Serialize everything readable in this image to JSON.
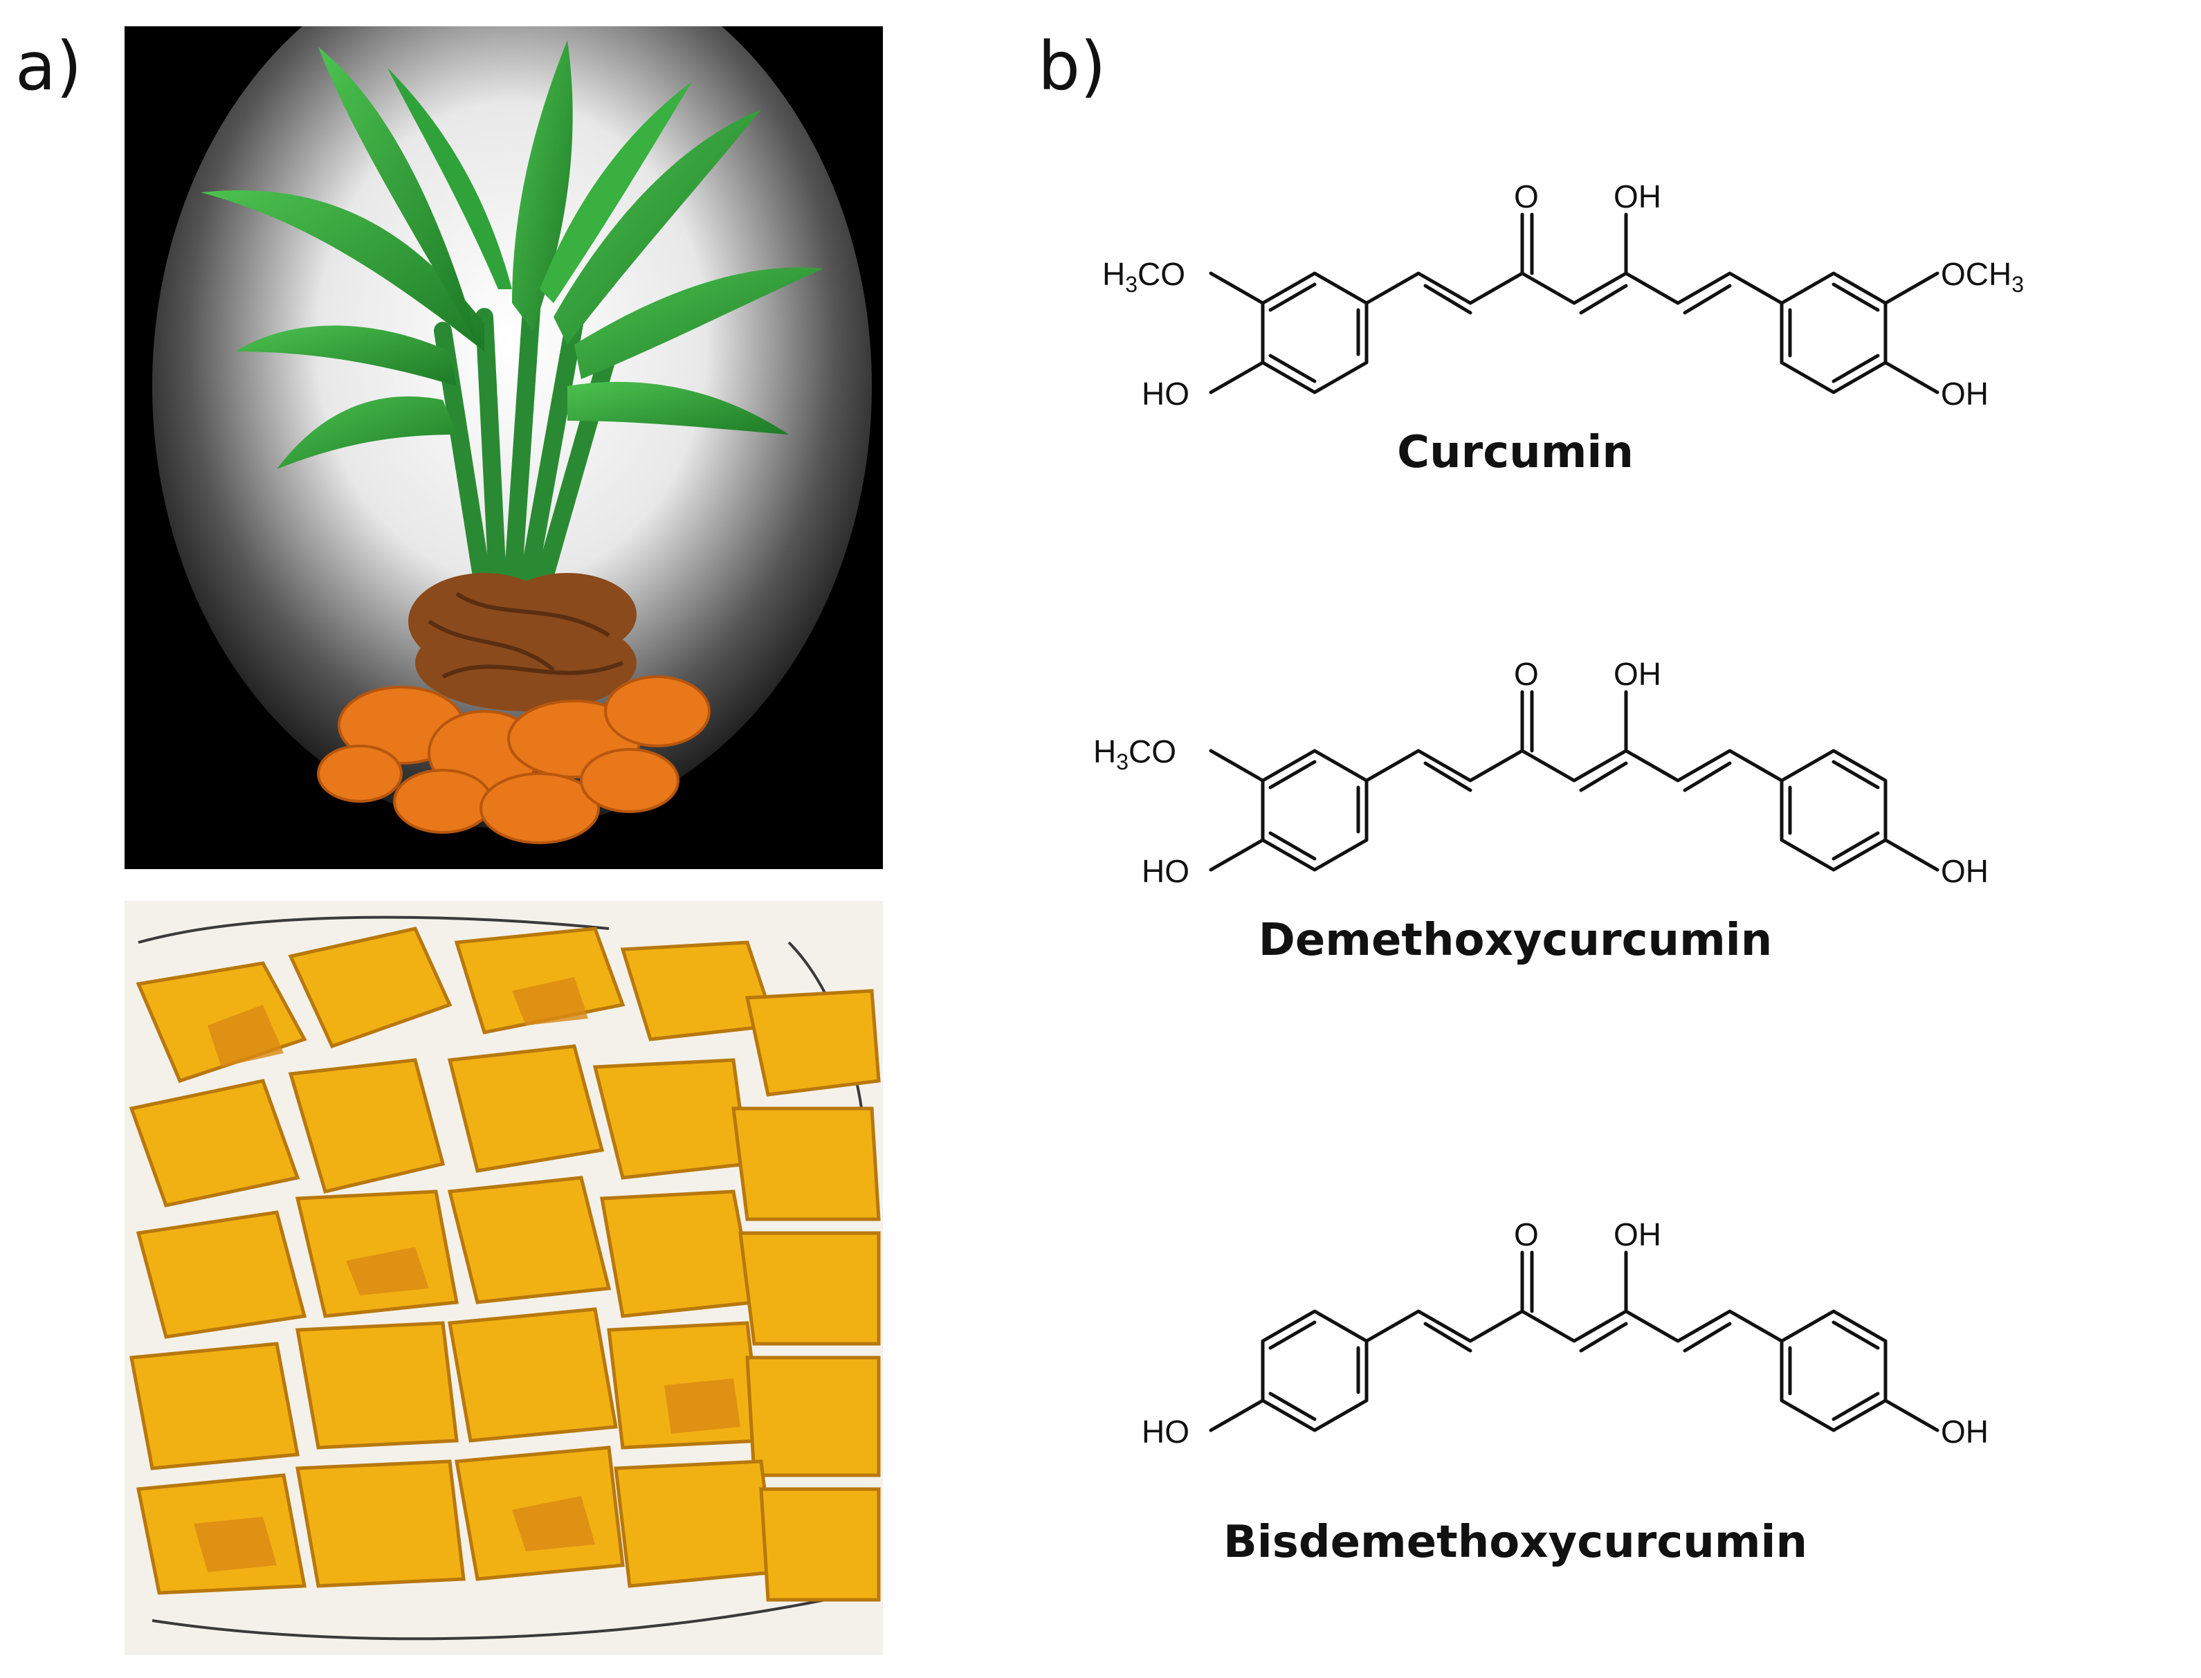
{
  "panels": {
    "a": {
      "label": "a)"
    },
    "b": {
      "label": "b)"
    }
  },
  "compounds": [
    {
      "name": "Curcumin",
      "left_substituents": {
        "top": "H3CO",
        "bottom": "HO"
      },
      "right_substituents": {
        "top": "OCH3",
        "bottom": "OH"
      },
      "chain_labels": {
        "keto": "O",
        "enol": "OH"
      }
    },
    {
      "name": "Demethoxycurcumin",
      "left_substituents": {
        "top": "H3CO",
        "bottom": "HO"
      },
      "right_substituents": {
        "top": "",
        "bottom": "OH"
      },
      "chain_labels": {
        "keto": "O",
        "enol": "OH"
      }
    },
    {
      "name": "Bisdemethoxycurcumin",
      "left_substituents": {
        "top": "",
        "bottom": "HO"
      },
      "right_substituents": {
        "top": "",
        "bottom": "OH"
      },
      "chain_labels": {
        "keto": "O",
        "enol": "OH"
      }
    }
  ],
  "colors": {
    "leaf": "#2fa33a",
    "leaf_dark": "#1d7a26",
    "rhizome": "#e8781a",
    "rhizome_dark": "#8a4a1c",
    "turmeric_slice": "#f2b112",
    "photo_background": "#000000"
  }
}
